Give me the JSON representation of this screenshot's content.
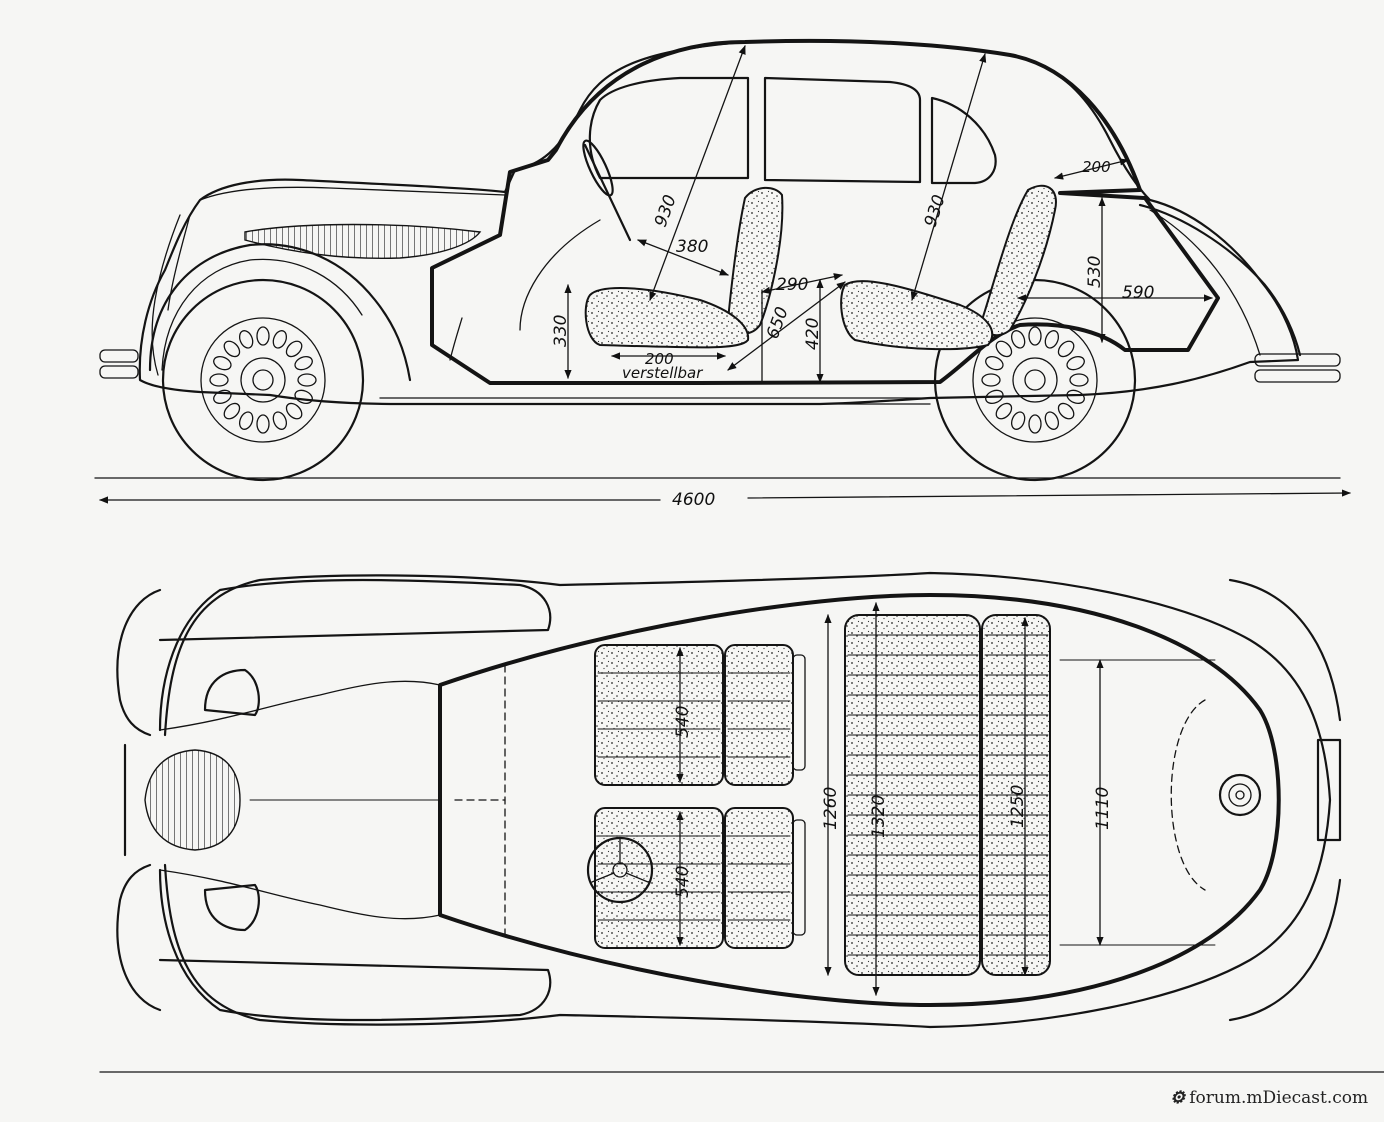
{
  "diagram": {
    "side_view": {
      "dims": {
        "headroom_front": "930",
        "headroom_rear": "930",
        "seat_depth_front": "380",
        "seat_height_front": "330",
        "seat_adjust": "200",
        "seat_adjust_note": "verstellbar",
        "rear_legroom": "290",
        "diagonal_entry": "650",
        "rear_seat_height": "420",
        "trunk_top": "200",
        "trunk_height": "530",
        "trunk_depth": "590"
      },
      "overall_length": "4600"
    },
    "top_view": {
      "dims": {
        "front_seat_width_left": "540",
        "front_seat_width_right": "540",
        "interior_width_front": "1260",
        "interior_width_rear": "1320",
        "rear_seat_width": "1250",
        "trunk_width": "1110"
      }
    }
  },
  "watermark": {
    "text": "forum.mDiecast.com"
  }
}
